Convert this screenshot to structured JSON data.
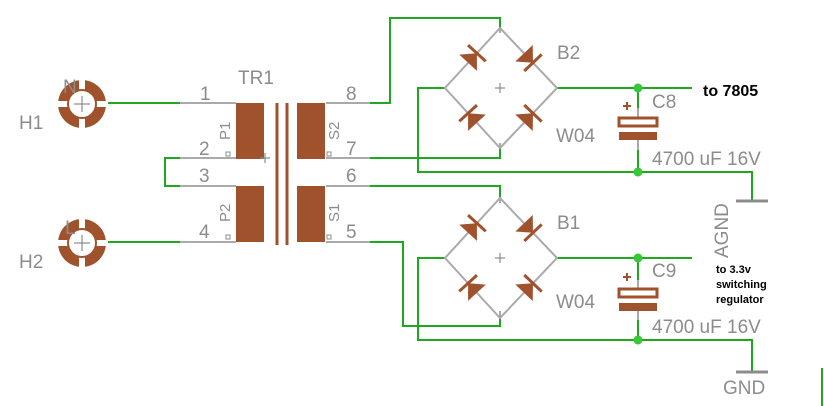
{
  "colors": {
    "wire": "#1fa81f",
    "pin": "#aaaaaa",
    "component": "#a0522d",
    "label": "#8c8c8c",
    "junction": "#37c837"
  },
  "terminals": [
    {
      "pin_name": "N",
      "ref": "H1"
    },
    {
      "pin_name": "L",
      "ref": "H2"
    }
  ],
  "transformer": {
    "ref": "TR1",
    "pins": [
      "1",
      "2",
      "3",
      "4",
      "5",
      "6",
      "7",
      "8"
    ],
    "windings": [
      "P1",
      "P2",
      "S2",
      "S1"
    ]
  },
  "bridges": [
    {
      "ref": "B2",
      "value": "W04"
    },
    {
      "ref": "B1",
      "value": "W04"
    }
  ],
  "capacitors": [
    {
      "ref": "C8",
      "value": "4700 uF 16V"
    },
    {
      "ref": "C9",
      "value": "4700 uF 16V"
    }
  ],
  "outputs": {
    "top": "to 7805",
    "bottom_line1": "to 3.3v",
    "bottom_line2": "switching",
    "bottom_line3": "regulator"
  },
  "grounds": {
    "analog": "AGND",
    "digital": "GND"
  }
}
